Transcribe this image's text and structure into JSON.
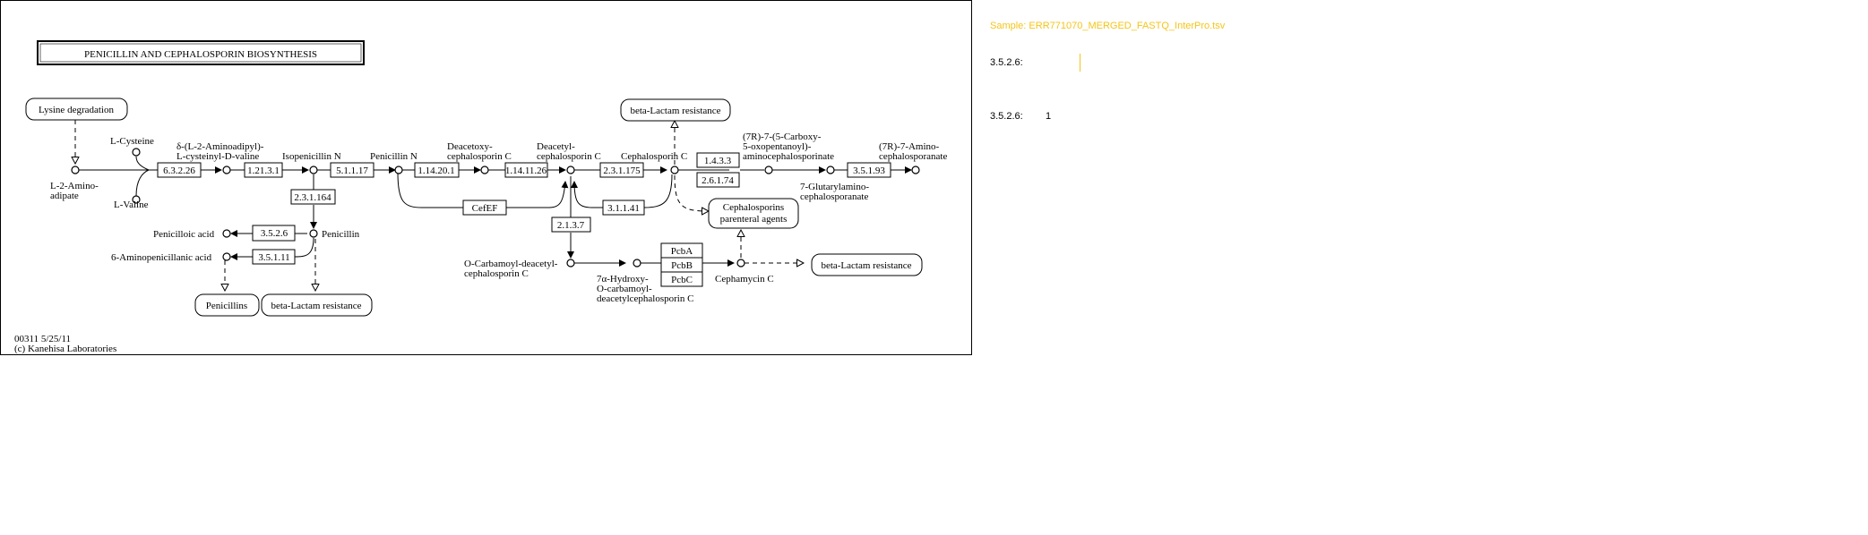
{
  "map": {
    "title": "PENICILLIN AND CEPHALOSPORIN BIOSYNTHESIS",
    "footer_id": "00311 5/25/11",
    "footer_copyright": "(c) Kanehisa Laboratories",
    "highlight_color": "#f5d742",
    "maps": {
      "lysine_degradation": "Lysine degradation",
      "beta_lactam_top": "beta-Lactam resistance",
      "ceph_parenteral_1": "Cephalosporins",
      "ceph_parenteral_2": "parenteral agents",
      "beta_lactam_right": "beta-Lactam resistance",
      "penicillins": "Penicillins",
      "beta_lactam_bottom": "beta-Lactam resistance"
    },
    "enzymes": {
      "e6_3_2_26": "6.3.2.26",
      "e1_21_3_1": "1.21.3.1",
      "e5_1_1_17": "5.1.1.17",
      "e1_14_20_1": "1.14.20.1",
      "e1_14_11_26": "1.14.11.26",
      "e2_3_1_175": "2.3.1.175",
      "e1_4_3_3": "1.4.3.3",
      "e2_6_1_74": "2.6.1.74",
      "e3_5_1_93": "3.5.1.93",
      "e2_3_1_164": "2.3.1.164",
      "e3_5_2_6": "3.5.2.6",
      "e3_5_1_11": "3.5.1.11",
      "cefEF": "CefEF",
      "e3_1_1_41": "3.1.1.41",
      "e2_1_3_7": "2.1.3.7",
      "pcbA": "PcbA",
      "pcbB": "PcbB",
      "pcbC": "PcbC"
    },
    "compounds": {
      "l2_aminoadipate_1": "L-2-Amino-",
      "l2_aminoadipate_2": "adipate",
      "l_cysteine": "L-Cysteine",
      "l_valine": "L-Valine",
      "acv_1": "δ-(L-2-Aminoadipyl)-",
      "acv_2": "L-cysteinyl-D-valine",
      "isopenicillin_n": "Isopenicillin N",
      "penicillin_n": "Penicillin N",
      "daoc_1": "Deacetoxy-",
      "daoc_2": "cephalosporin C",
      "dac_1": "Deacetyl-",
      "dac_2": "cephalosporin C",
      "ceph_c": "Cephalosporin C",
      "r7_carboxy_1": "(7R)-7-(5-Carboxy-",
      "r7_carboxy_2": "5-oxopentanoyl)-",
      "r7_carboxy_3": "aminocephalosporinate",
      "r7_amino_1": "(7R)-7-Amino-",
      "r7_amino_2": "cephalosporanate",
      "glutaryl_1": "7-Glutarylamino-",
      "glutaryl_2": "cephalosporanate",
      "penicilloic_acid": "Penicilloic acid",
      "penicillin": "Penicillin",
      "aminopenicillanic": "6-Aminopenicillanic acid",
      "ocarb_1": "O-Carbamoyl-deacetyl-",
      "ocarb_2": "cephalosporin C",
      "hydroxy_1": "7α-Hydroxy-",
      "hydroxy_2": "O-carbamoyl-",
      "hydroxy_3": "deacetylcephalosporin C",
      "cephamycin_c": "Cephamycin C"
    }
  },
  "side": {
    "sample_label": "Sample: ERR771070_MERGED_FASTQ_InterPro.tsv",
    "rows": [
      {
        "label": "3.5.2.6:",
        "value": ""
      },
      {
        "label": "3.5.2.6:",
        "value": "1"
      }
    ]
  }
}
